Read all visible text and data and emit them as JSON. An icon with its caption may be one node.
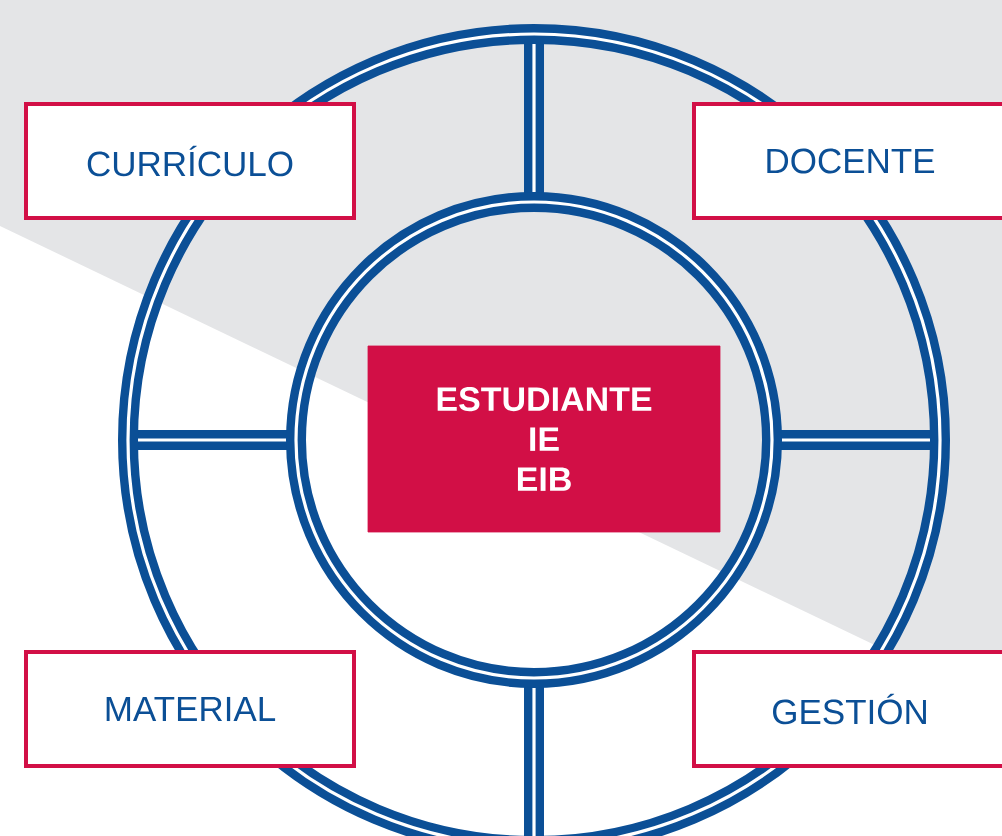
{
  "diagram": {
    "nodes": [
      {
        "text": [
          "ESTUDIANTE",
          "IE",
          "EIB"
        ]
      },
      {
        "text": [
          "CURRÍCULO"
        ]
      },
      {
        "text": [
          "DOCENTE"
        ]
      },
      {
        "text": [
          "MATERIAL"
        ]
      },
      {
        "text": [
          "GESTIÓN"
        ]
      }
    ]
  }
}
